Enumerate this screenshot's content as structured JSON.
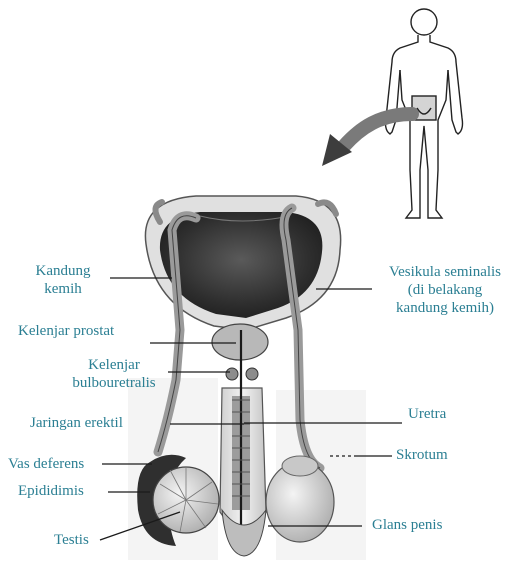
{
  "labels": {
    "kandung_kemih": [
      "Kandung",
      "kemih"
    ],
    "kelenjar_prostat": "Kelenjar prostat",
    "kelenjar_bulbouretralis": [
      "Kelenjar",
      "bulbouretralis"
    ],
    "jaringan_erektil": "Jaringan erektil",
    "vas_deferens": "Vas deferens",
    "epididimis": "Epididimis",
    "testis": "Testis",
    "vesikula_seminalis": [
      "Vesikula seminalis",
      "(di belakang",
      "kandung kemih)"
    ],
    "uretra": "Uretra",
    "skrotum": "Skrotum",
    "glans_penis": "Glans penis"
  },
  "colors": {
    "label_text": "#2b7f93",
    "leader_line": "#1a1a1a",
    "tissue_light": "#d9d9d9",
    "tissue_mid": "#a8a8a8",
    "tissue_dark": "#3a3a3a"
  },
  "icons": {
    "body_silhouette": "human-figure-icon",
    "pointer": "curved-arrow-icon"
  }
}
